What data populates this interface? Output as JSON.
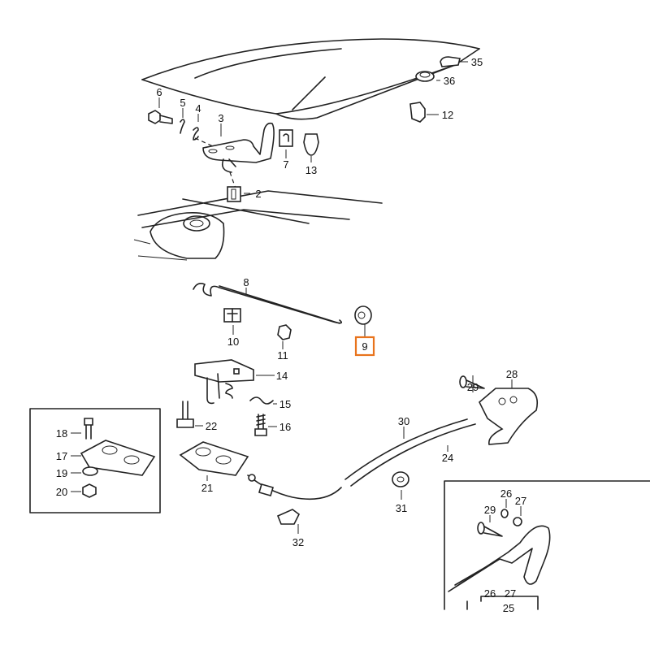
{
  "diagram": {
    "highlight_color": "#e8731c",
    "highlighted_part": "9",
    "labels": {
      "p2": "2",
      "p3": "3",
      "p4": "4",
      "p5": "5",
      "p6": "6",
      "p7": "7",
      "p8": "8",
      "p9": "9",
      "p10": "10",
      "p11": "11",
      "p12": "12",
      "p13": "13",
      "p14": "14",
      "p15": "15",
      "p16": "16",
      "p17": "17",
      "p18": "18",
      "p19": "19",
      "p20": "20",
      "p21": "21",
      "p22": "22",
      "p24": "24",
      "p28": "28",
      "p29a": "29",
      "p30": "30",
      "p31": "31",
      "p32": "32",
      "p35": "35",
      "p36": "36",
      "p26b": "26",
      "p27b": "27",
      "p29b": "29",
      "p26c": "26",
      "p27c": "27",
      "p25": "25"
    }
  }
}
